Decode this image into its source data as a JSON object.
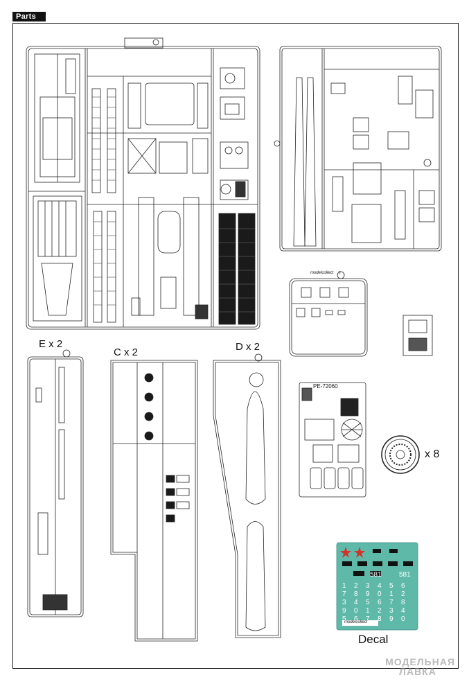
{
  "header": {
    "title": "Parts"
  },
  "sprues": {
    "e": {
      "label": "E x 2"
    },
    "c": {
      "label": "C x 2"
    },
    "d": {
      "label": "D x 2"
    }
  },
  "clear_sprue": {
    "brand": "modelcollect",
    "marker": "T"
  },
  "photo_etch": {
    "code": "PE-72060"
  },
  "wheel": {
    "quantity_label": "x 8"
  },
  "decal": {
    "title": "Decal",
    "brand": "modelcollect",
    "numbers_row1": [
      "581",
      "581"
    ],
    "digit_rows": [
      [
        "1",
        "2",
        "3",
        "4",
        "5",
        "6"
      ],
      [
        "7",
        "8",
        "9",
        "0",
        "1",
        "2"
      ],
      [
        "3",
        "4",
        "5",
        "6",
        "7",
        "8"
      ],
      [
        "9",
        "0",
        "1",
        "2",
        "3",
        "4"
      ],
      [
        "5",
        "6",
        "7",
        "8",
        "9",
        "0"
      ]
    ],
    "colors": {
      "background": "#5fb9a9",
      "star": "#d0342c"
    }
  },
  "watermark": {
    "line1": "МОДЕЛЬНАЯ",
    "line2": "ЛАВКА"
  }
}
